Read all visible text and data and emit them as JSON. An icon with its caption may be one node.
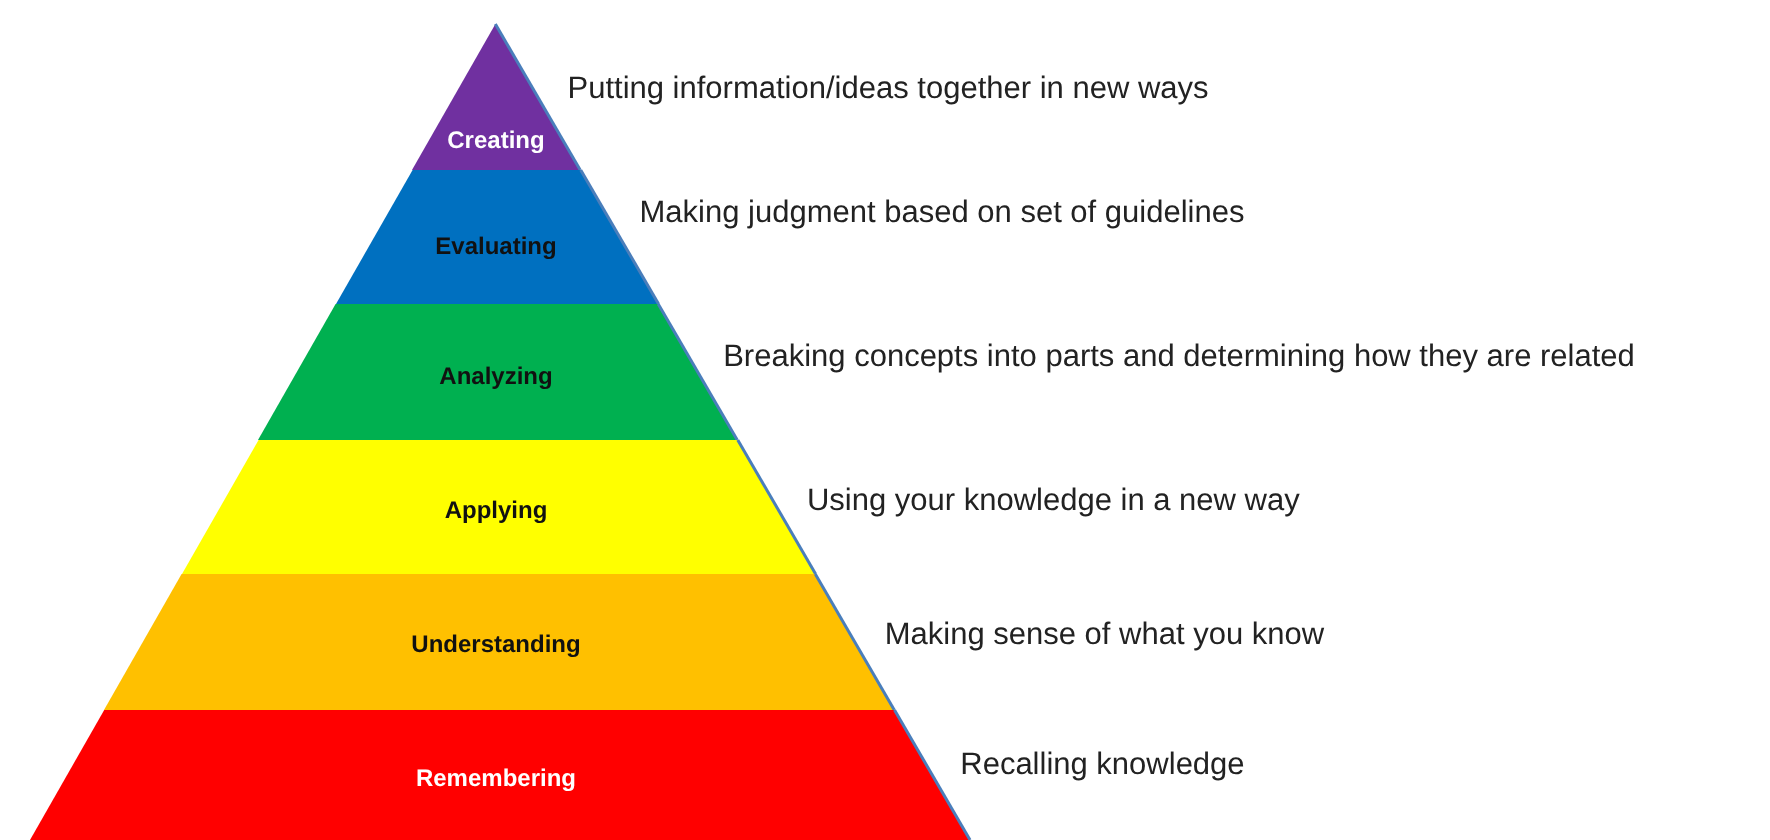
{
  "diagram": {
    "nodes": [
      {
        "text": [
          "Creating"
        ],
        "beside": [
          "Putting information/ideas together in new ways"
        ]
      },
      {
        "text": [
          "Evaluating"
        ],
        "beside": [
          "Making judgment based on set of guidelines"
        ]
      },
      {
        "text": [
          "Analyzing"
        ],
        "beside": [
          "Breaking concepts into parts and determining how they are related"
        ]
      },
      {
        "text": [
          "Applying"
        ],
        "beside": [
          "Using your knowledge in a new way"
        ]
      },
      {
        "text": [
          "Understanding"
        ],
        "beside": [
          "Making sense of what you know"
        ]
      },
      {
        "text": [
          "Remembering"
        ],
        "beside": [
          "Recalling knowledge"
        ]
      }
    ]
  }
}
